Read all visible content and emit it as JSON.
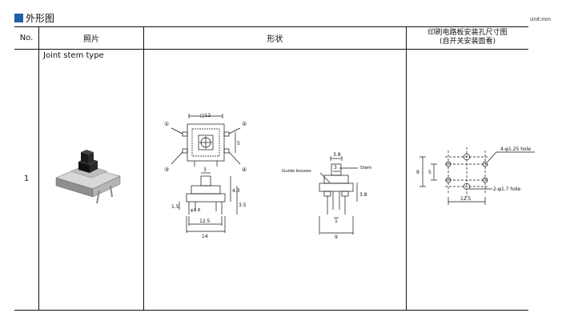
{
  "section": {
    "title": "外形图",
    "unit": "Unit:mm"
  },
  "table": {
    "headers": {
      "no": "No.",
      "photo": "照片",
      "shape": "形状",
      "pcb_line1": "印刷电路板安装孔尺寸图",
      "pcb_line2": "(自开关安装面看)"
    },
    "rows": [
      {
        "no": "1",
        "photo_label": "Joint stem type"
      }
    ]
  },
  "drawing_top": {
    "size": "□12",
    "circ1": "①",
    "circ2": "②",
    "circ3": "③",
    "circ4": "④",
    "dim_5": "5"
  },
  "drawing_front": {
    "dim_3": "3",
    "dim_4_3": "4.3",
    "dim_3_5": "3.5",
    "dim_1_5": "1.5",
    "dim_phi": "φ1.6",
    "dim_12_5": "12.5",
    "dim_14": "14"
  },
  "drawing_side": {
    "dim_3_8_top": "3.8",
    "dim_3": "3",
    "label_stem": "Stem",
    "label_guide": "Guide bosses",
    "dim_3_8_right": "3.8",
    "dim_1": "1",
    "dim_9": "9"
  },
  "drawing_pcb": {
    "hole_large": "4-φ1.25 hole",
    "hole_small": "2-φ1.7 hole",
    "dim_9": "9",
    "dim_5": "5",
    "dim_12_5": "12.5"
  }
}
